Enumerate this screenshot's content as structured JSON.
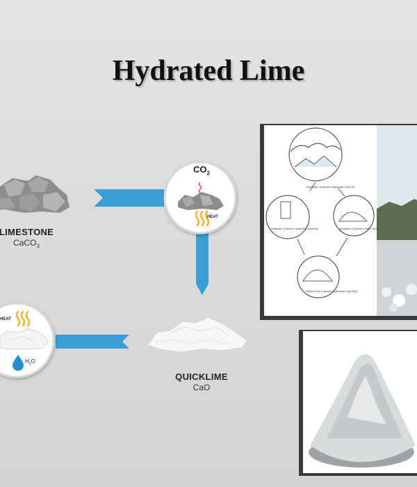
{
  "title": "Hydrated Lime",
  "limestone": {
    "name": "LIMESTONE",
    "formula_main": "CaCO",
    "formula_sub": "3"
  },
  "quicklime": {
    "name": "QUICKLIME",
    "formula": "CaO"
  },
  "kiln_node": {
    "gas_main": "CO",
    "gas_sub": "2",
    "heat": "HEAT"
  },
  "hydration_node": {
    "heat": "HEAT",
    "water_main": "H",
    "water_sub": "2",
    "water_tail": "O"
  },
  "cycle_diagram": {
    "stages": [
      "Limestone (Calcium carbonate CaCO3)",
      "Quicklime (Calcium oxide CaO)",
      "Slaked lime (Calcium hydroxide Ca(OH)2)",
      "Limewater (Calcium hydroxide solution)"
    ]
  },
  "colors": {
    "arrow": "#3a9fd6",
    "rock": "#9a9a9a",
    "heat": "#f2b233",
    "water": "#1f8fd1"
  }
}
